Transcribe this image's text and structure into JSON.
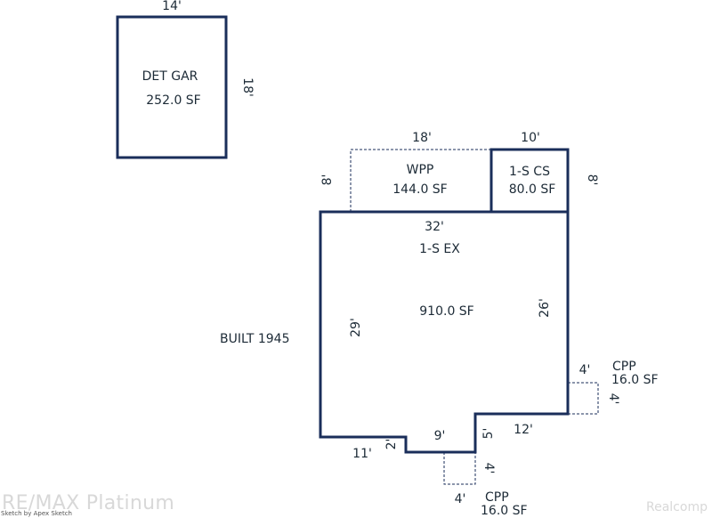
{
  "rooms": {
    "det_gar": {
      "name": "DET GAR",
      "area": "252.0 SF",
      "width": "14'",
      "depth": "18'"
    },
    "wpp": {
      "name": "WPP",
      "area": "144.0 SF",
      "width": "18'",
      "depth": "8'"
    },
    "cs": {
      "name": "1-S CS",
      "area": "80.0 SF",
      "width": "10'",
      "depth": "8'"
    },
    "ex": {
      "name": "1-S EX",
      "area": "910.0 SF",
      "top": "32'",
      "left": "29'",
      "right": "26'",
      "bottom_left": "11'",
      "step_left": "2'",
      "bottom_mid": "9'",
      "step_right": "5'",
      "bottom_right": "12'"
    },
    "cpp_right": {
      "name": "CPP",
      "area": "16.0 SF",
      "width": "4'",
      "depth": "4'"
    },
    "cpp_bottom": {
      "name": "CPP",
      "area": "16.0 SF",
      "width": "4'",
      "depth": "4'"
    }
  },
  "built": "BUILT 1945",
  "watermark": {
    "left": "RE/MAX Platinum",
    "right": "Realcomp",
    "credit": "Sketch by Apex Sketch"
  },
  "colors": {
    "line": "#1a2e5a",
    "text": "#1c2a36",
    "watermark": "#d8d8d8"
  }
}
